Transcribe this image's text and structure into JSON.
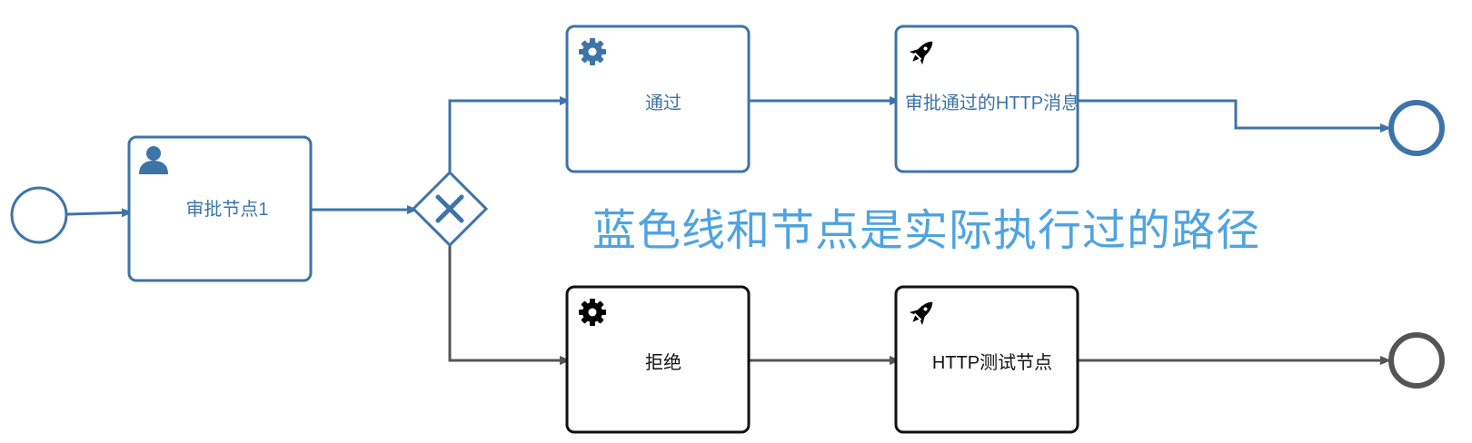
{
  "diagram": {
    "type": "bpmn-process",
    "annotation": "蓝色线和节点是实际执行过的路径",
    "colors": {
      "executed": "#3d74a8",
      "not_executed": "#111111",
      "flow_not_executed": "#555555",
      "annotation": "#4fa3e0"
    },
    "start_event": {
      "executed": true
    },
    "tasks": {
      "approval_node": {
        "label": "审批节点1",
        "icon": "user-icon",
        "executed": true
      },
      "approve_service": {
        "label": "通过",
        "icon": "gear-icon",
        "executed": true
      },
      "approve_http": {
        "label": "审批通过的HTTP消息",
        "icon": "rocket-icon",
        "executed": true
      },
      "reject_service": {
        "label": "拒绝",
        "icon": "gear-icon",
        "executed": false
      },
      "test_http": {
        "label": "HTTP测试节点",
        "icon": "rocket-icon",
        "executed": false
      }
    },
    "gateway": {
      "kind": "exclusive",
      "icon": "x-icon",
      "executed": true
    },
    "end_events": {
      "approve_end": {
        "executed": true
      },
      "reject_end": {
        "executed": false
      }
    }
  }
}
